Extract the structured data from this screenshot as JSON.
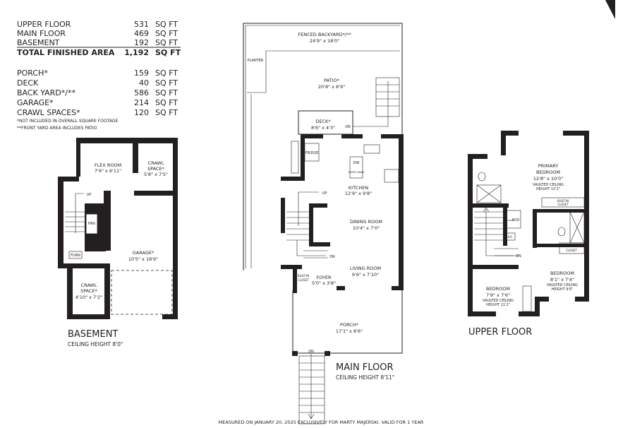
{
  "areas": {
    "finished": [
      {
        "label": "UPPER FLOOR",
        "value": "531",
        "unit": "SQ FT"
      },
      {
        "label": "MAIN FLOOR",
        "value": "469",
        "unit": "SQ FT"
      },
      {
        "label": "BASEMENT",
        "value": "192",
        "unit": "SQ FT"
      }
    ],
    "total": {
      "label": "TOTAL FINISHED AREA",
      "value": "1,192",
      "unit": "SQ FT"
    },
    "other": [
      {
        "label": "PORCH*",
        "value": "159",
        "unit": "SQ FT"
      },
      {
        "label": "DECK",
        "value": "40",
        "unit": "SQ FT"
      },
      {
        "label": "BACK YARD*/**",
        "value": "586",
        "unit": "SQ FT"
      },
      {
        "label": "GARAGE*",
        "value": "214",
        "unit": "SQ FT"
      },
      {
        "label": "CRAWL SPACES*",
        "value": "120",
        "unit": "SQ FT"
      }
    ],
    "notes": [
      "*NOT INCLUDED IN OVERALL SQUARE FOOTAGE",
      "**FRONT YARD AREA INCLUDES PATIO"
    ]
  },
  "basement": {
    "title": "BASEMENT",
    "ceiling": "CEILING HEIGHT  8'0\"",
    "rooms": {
      "flex": {
        "name": "FLEX ROOM",
        "dim": "7'6\" x 6'11\""
      },
      "crawl1": {
        "name1": "CRAWL",
        "name2": "SPACE*",
        "dim": "5'8\" x 7'5\""
      },
      "garage": {
        "name": "GARAGE*",
        "dim": "10'5\" x 18'9\""
      },
      "crawl2": {
        "name1": "CRAWL",
        "name2": "SPACE*",
        "dim": "4'10\" x 7'2\""
      }
    },
    "labels": {
      "up": "UP",
      "hrv": "HRV",
      "furn": "FURN"
    }
  },
  "main": {
    "title": "MAIN FLOOR",
    "ceiling": "CEILING HEIGHT  8'11\"",
    "rooms": {
      "backyard": {
        "name": "FENCED BACKYARD*/**",
        "dim": "24'9\" x 18'0\""
      },
      "patio": {
        "name": "PATIO*",
        "dim": "20'8\" x 8'9\""
      },
      "deck": {
        "name": "DECK*",
        "dim": "8'6\" x 4'3\""
      },
      "kitchen": {
        "name": "KITCHEN",
        "dim": "12'9\" x 9'8\""
      },
      "dining": {
        "name": "DINING ROOM",
        "dim": "10'4\" x 7'0\""
      },
      "living": {
        "name": "LIVING ROOM",
        "dim": "9'6\" x 7'10\""
      },
      "foyer": {
        "name": "FOYER",
        "dim": "5'0\" x 3'8\""
      },
      "porch": {
        "name": "PORCH*",
        "dim": "17'1\" x 8'6\""
      }
    },
    "labels": {
      "planter": "PLANTER",
      "fridge": "FRIDGE",
      "dw": "DW",
      "micro": "MICRO WAVE",
      "up": "UP",
      "dn": "DN",
      "closet1": "BUILT-IN",
      "closet2": "CLOSET",
      "dn_deck": "DN",
      "dn_porch": "DN"
    }
  },
  "upper": {
    "title": "UPPER FLOOR",
    "rooms": {
      "primary": {
        "name1": "PRIMARY",
        "name2": "BEDROOM",
        "dim": "12'8\" x 10'0\"",
        "note1": "VAULTED CEILING",
        "note2": "HEIGHT 12'2\""
      },
      "bedroom_right": {
        "name": "BEDROOM",
        "dim": "8'1\" x 7'4\"",
        "note1": "VAULTED CEILING",
        "note2": "HEIGHT 9'6\""
      },
      "bedroom_left": {
        "name": "BEDROOM",
        "dim": "7'9\" x 7'6\"",
        "note1": "VAULTED CEILING",
        "note2": "HEIGHT 11'2\""
      }
    },
    "labels": {
      "closet1": "BUILT-IN",
      "closet2": "CLOSET",
      "wd": "W/D",
      "stacked": "STACKED",
      "ac": "A/C",
      "dn": "DN"
    }
  },
  "footer": "MEASURED ON JANUARY 20, 2025 EXCLUSIVELY FOR MARTY MAJERSKI. VALID FOR 1 YEAR",
  "colors": {
    "ink": "#231f20",
    "background": "#ffffff"
  },
  "icons": [
    "north-arrow-icon"
  ]
}
